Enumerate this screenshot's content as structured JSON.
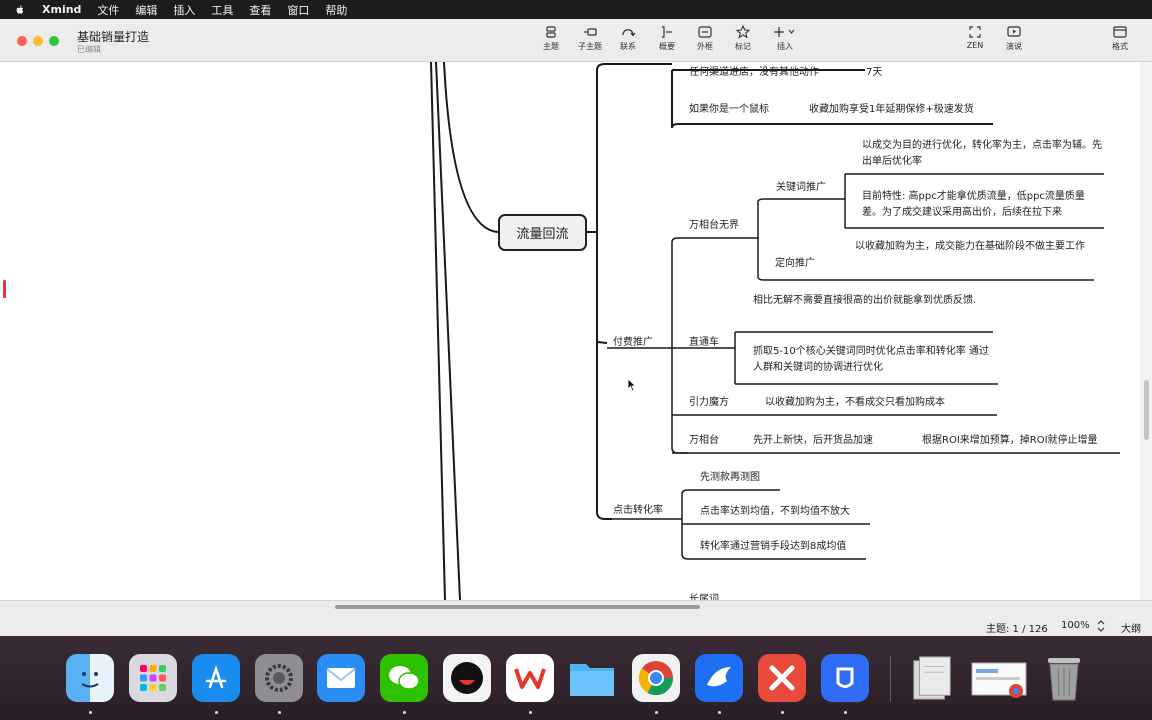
{
  "menubar": {
    "app": "Xmind",
    "items": [
      "文件",
      "编辑",
      "插入",
      "工具",
      "查看",
      "窗口",
      "帮助"
    ]
  },
  "window": {
    "title": "基础销量打造",
    "subtitle": "已编辑"
  },
  "toolbar": {
    "topic": "主题",
    "subtopic": "子主题",
    "relationship": "联系",
    "summary": "概要",
    "boundary": "外框",
    "marker": "标记",
    "insert": "插入",
    "zen": "ZEN",
    "present": "演说",
    "format": "格式"
  },
  "map": {
    "central": "流量回流",
    "top_nodes": {
      "no_action": "任何渠道进店，没有其他动作",
      "seven_days": "7天",
      "if_mouse": "如果你是一个鼠标",
      "fav_cart": "收藏加购享受1年延期保修+极速发货"
    },
    "paid": {
      "label": "付费推广",
      "wxt": {
        "label": "万相台无界",
        "keyword": {
          "label": "关键词推广",
          "note1": "以成交为目的进行优化，转化率为主，点击率为辅。先出单后优化率",
          "note2": "目前特性: 高ppc才能拿优质流量，低ppc流量质量差。为了成交建议采用高出价，后续在拉下来"
        },
        "target": {
          "label": "定向推广",
          "note": "以收藏加购为主，成交能力在基础阶段不做主要工作"
        }
      },
      "ztc": {
        "label": "直通车",
        "note1": "相比无解不需要直接很高的出价就能拿到优质反馈.",
        "note2": "抓取5-10个核心关键词同时优化点击率和转化率 通过人群和关键词的协调进行优化"
      },
      "ylmf": {
        "label": "引力魔方",
        "note": "以收藏加购为主，不看成交只看加购成本"
      },
      "wxt2": {
        "label": "万相台",
        "note1": "先开上新快，后开货品加速",
        "note2": "根据ROI来增加预算，掉ROI就停止增量"
      }
    },
    "ctr": {
      "label": "点击转化率",
      "items": [
        "先测款再测图",
        "点击率达到均值，不到均值不放大",
        "转化率通过营销手段达到8成均值"
      ]
    },
    "partial_bottom": "长尾词"
  },
  "statusbar": {
    "topic_count": "主题: 1 / 126",
    "zoom": "100%",
    "outline": "大纲"
  },
  "dock": {
    "apps": [
      "finder-icon",
      "launchpad-icon",
      "app-store-icon",
      "system-settings-icon",
      "mail-icon",
      "wechat-icon",
      "black-circle-app-icon",
      "wps-icon",
      "files-folder-icon",
      "chrome-icon",
      "feishu-icon",
      "xmind-icon",
      "dingtalk-icon",
      "documents-stack-icon",
      "screenshot-stack-icon",
      "trash-icon"
    ]
  }
}
